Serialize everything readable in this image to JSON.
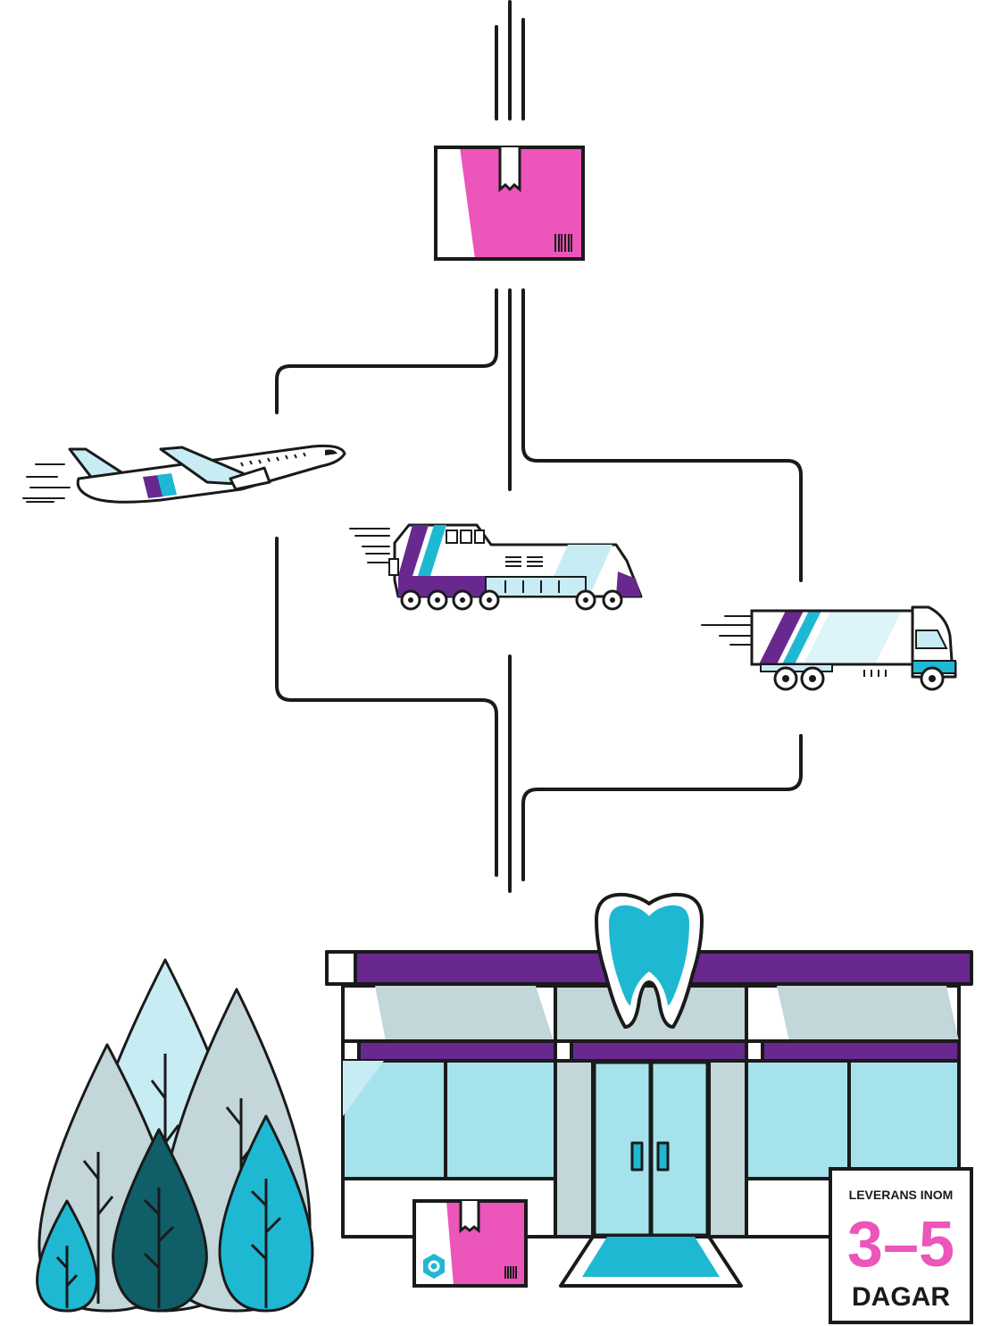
{
  "sign": {
    "line1": "LEVERANS INOM",
    "range": "3–5",
    "unit": "DAGAR"
  },
  "colors": {
    "outline": "#1a1a1a",
    "pink": "#ec55b9",
    "purple": "#68288e",
    "cyan": "#1fb8d3",
    "light_cyan": "#c7ecf3",
    "glass": "#a6e2ec",
    "grey_blue": "#c3d6da",
    "dark_teal": "#0f5e68"
  }
}
